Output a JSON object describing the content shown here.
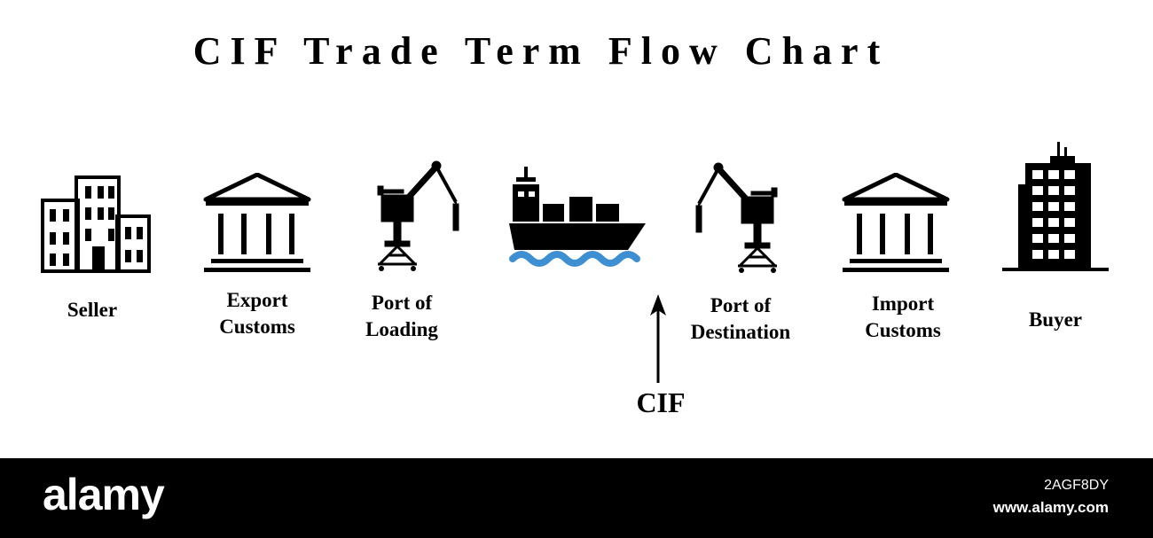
{
  "title": "CIF Trade Term Flow Chart",
  "steps": [
    {
      "line1": "Seller",
      "line2": "",
      "icon": "office-building-icon"
    },
    {
      "line1": "Export",
      "line2": "Customs",
      "icon": "customs-building-icon"
    },
    {
      "line1": "Port of",
      "line2": "Loading",
      "icon": "port-crane-icon"
    },
    {
      "line1": "",
      "line2": "",
      "icon": "cargo-ship-icon"
    },
    {
      "line1": "Port of",
      "line2": "Destination",
      "icon": "port-crane-icon"
    },
    {
      "line1": "Import",
      "line2": "Customs",
      "icon": "customs-building-icon"
    },
    {
      "line1": "Buyer",
      "line2": "",
      "icon": "skyscraper-icon"
    }
  ],
  "marker": {
    "label": "CIF",
    "icon": "up-arrow-icon"
  },
  "footer": {
    "brand": "alamy",
    "image_code": "2AGF8DY",
    "url": "www.alamy.com"
  },
  "colors": {
    "ink": "#000000",
    "water": "#3d8fd1",
    "footer_bg": "#000000"
  }
}
